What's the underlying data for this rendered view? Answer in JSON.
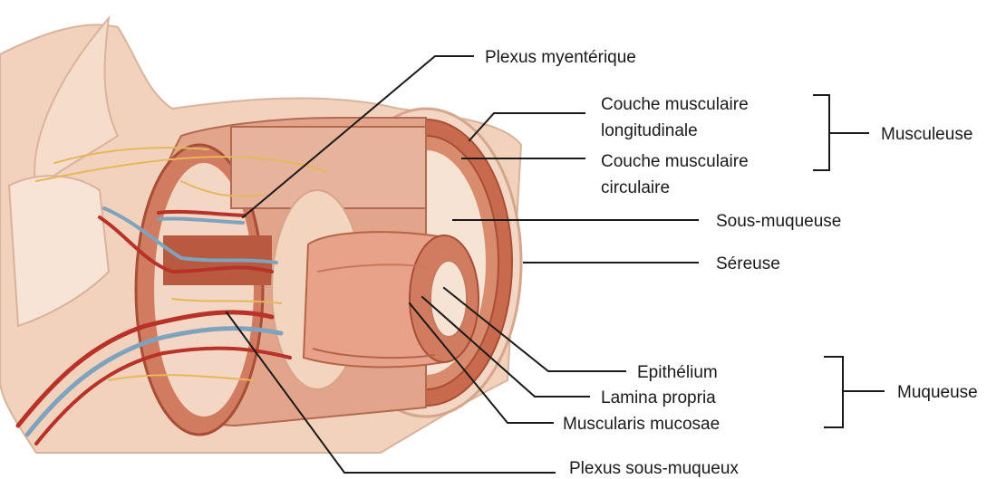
{
  "diagram": {
    "labels": {
      "plexus_myenterique": "Plexus myentérique",
      "couche_longitudinale_1": "Couche musculaire",
      "couche_longitudinale_2": "longitudinale",
      "couche_circulaire_1": "Couche musculaire",
      "couche_circulaire_2": "circulaire",
      "sous_muqueuse": "Sous-muqueuse",
      "sereuse": "Séreuse",
      "epithelium": "Epithélium",
      "lamina_propria": "Lamina propria",
      "muscularis_mucosae": "Muscularis mucosae",
      "plexus_sous_muqueux": "Plexus sous-muqueux"
    },
    "groups": {
      "musculeuse": "Musculeuse",
      "muqueuse": "Muqueuse"
    },
    "colors": {
      "outer_tissue": "#f2d2bd",
      "muscle": "#c86a4e",
      "muscle_dark": "#a84e36",
      "submucosa": "#f7e3d4",
      "mucosa": "#e9a28a",
      "artery": "#b8322a",
      "vein": "#7fa3bd",
      "nerve": "#e6b85c",
      "line": "#1a1a1a"
    }
  }
}
